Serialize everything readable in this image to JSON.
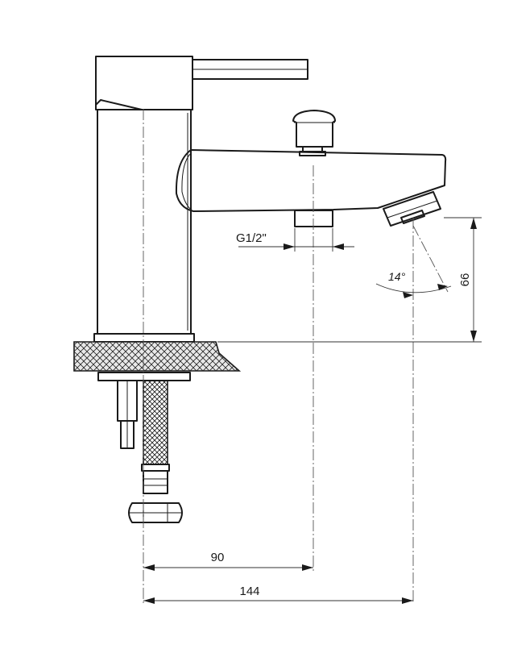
{
  "dimensions": {
    "thread_label": "G1/2\"",
    "angle_label": "14°",
    "height_label": "66",
    "spout_center_label": "90",
    "spout_tip_label": "144"
  }
}
